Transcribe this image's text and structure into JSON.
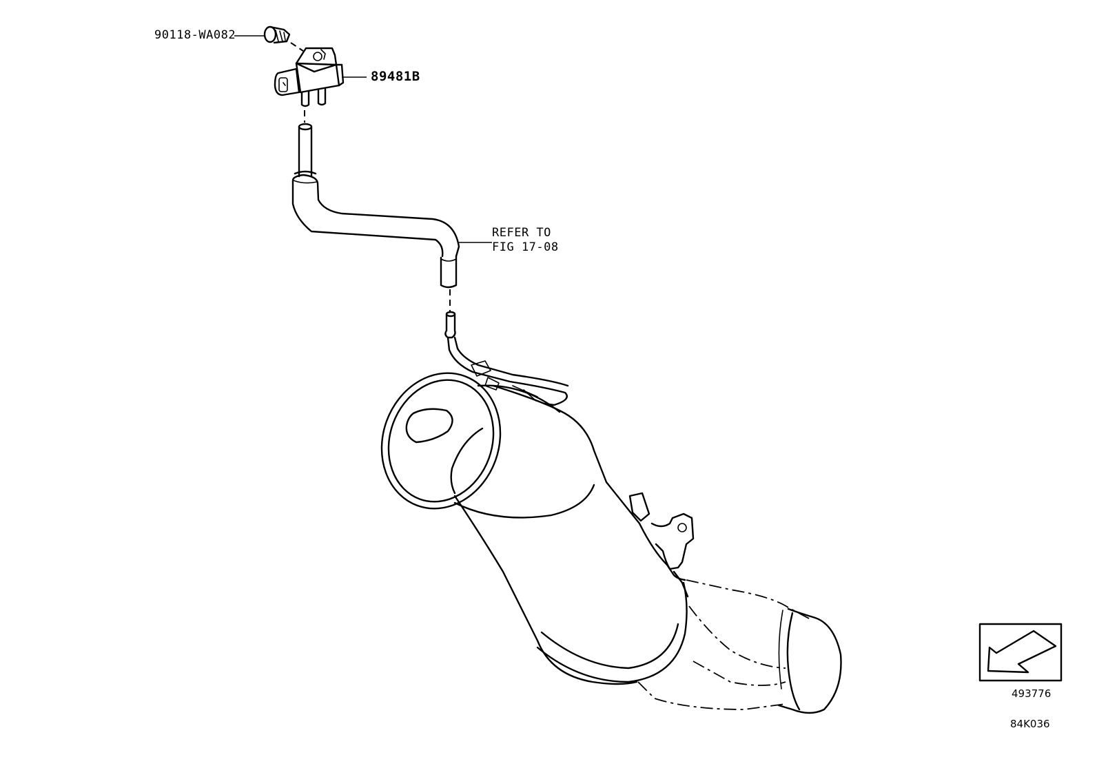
{
  "parts": {
    "bolt": "90118-WA082",
    "sensor": "89481B"
  },
  "reference": {
    "line1": "REFER TO",
    "line2": "FIG 17-08"
  },
  "direction_box": {
    "icon": "direction-arrow-icon",
    "code": "493776"
  },
  "illustration_code": "84K036"
}
